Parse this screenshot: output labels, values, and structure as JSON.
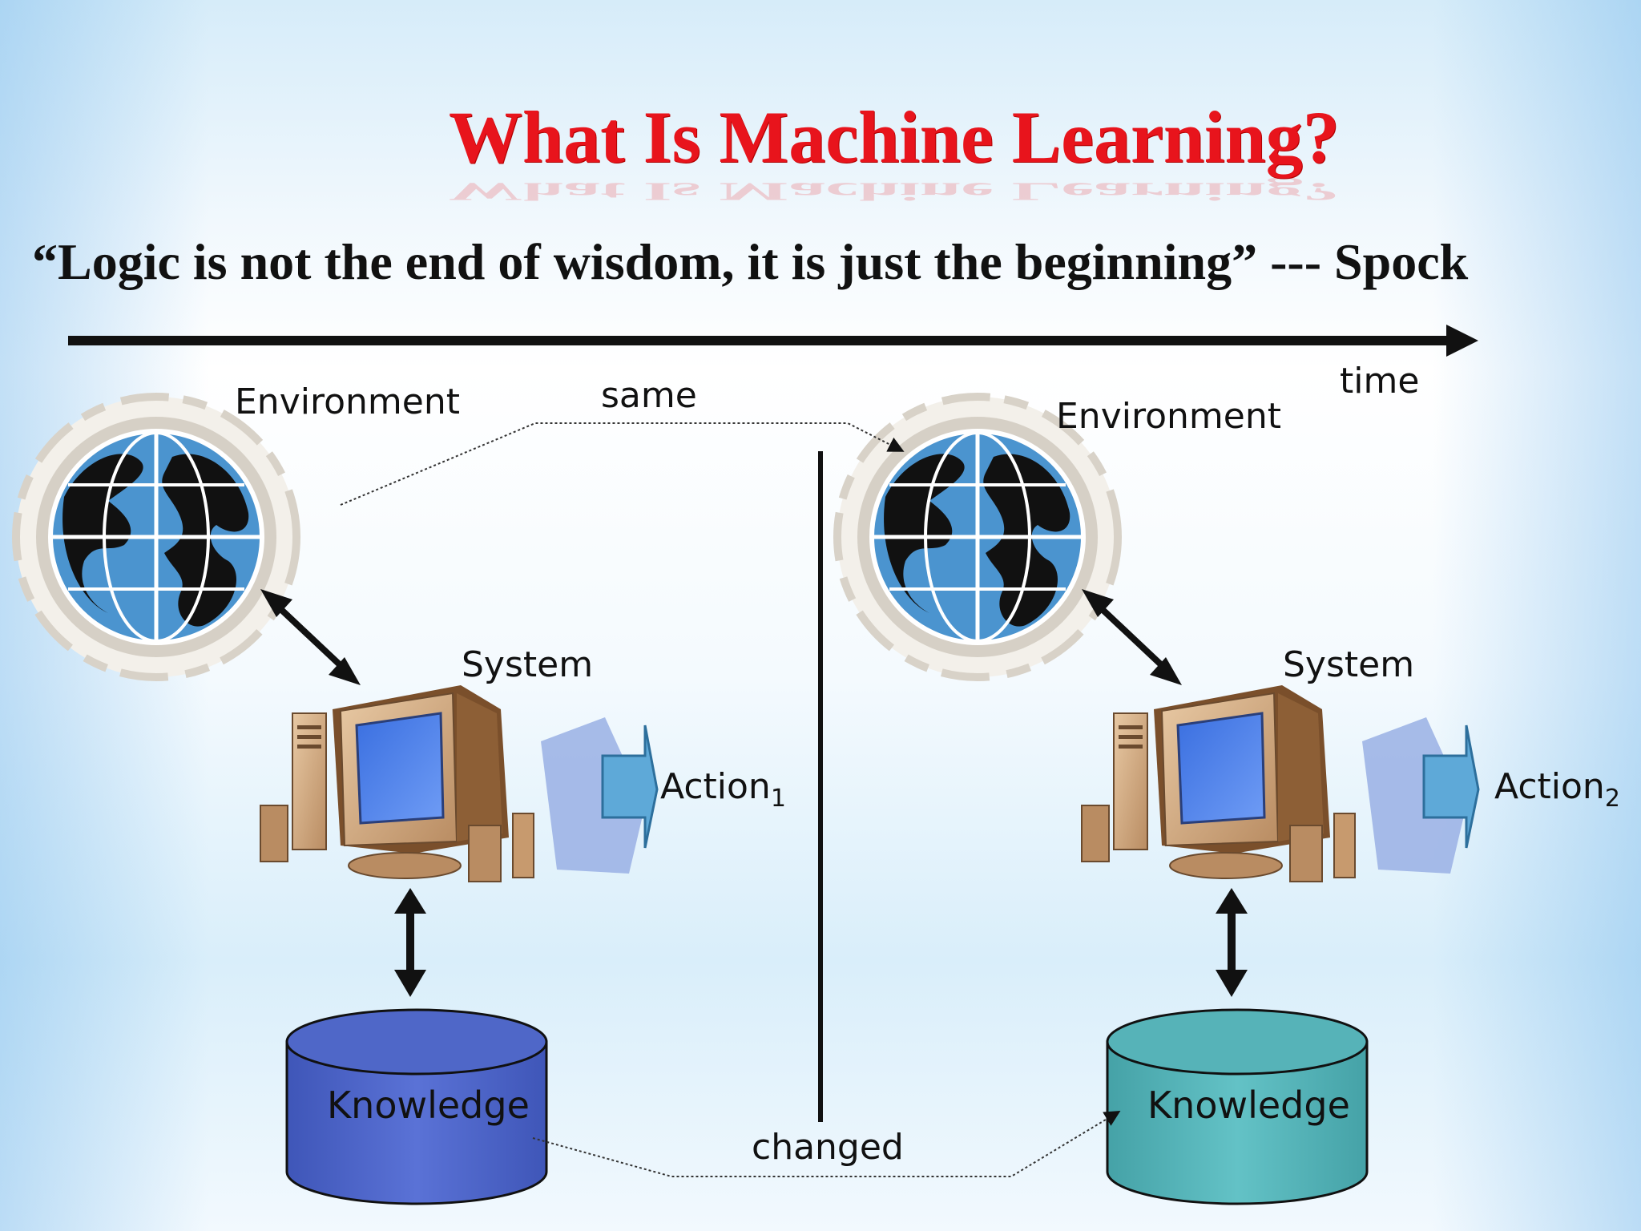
{
  "slide": {
    "title": "What Is Machine Learning?",
    "quote": "“Logic is not the end of wisdom, it is just the beginning” --- Spock"
  },
  "timeline": {
    "label": "time"
  },
  "left_panel": {
    "environment_label": "Environment",
    "system_label": "System",
    "action_label": "Action",
    "action_subscript": "1",
    "knowledge_label": "Knowledge",
    "knowledge_color": "#4f67c8"
  },
  "right_panel": {
    "environment_label": "Environment",
    "system_label": "System",
    "action_label": "Action",
    "action_subscript": "2",
    "knowledge_label": "Knowledge",
    "knowledge_color": "#56b3b8"
  },
  "links": {
    "environment_relation": "same",
    "knowledge_relation": "changed"
  },
  "colors": {
    "title": "#e8141c",
    "action_arrow": "#5ea9d8",
    "globe_ocean": "#4b94cf"
  }
}
